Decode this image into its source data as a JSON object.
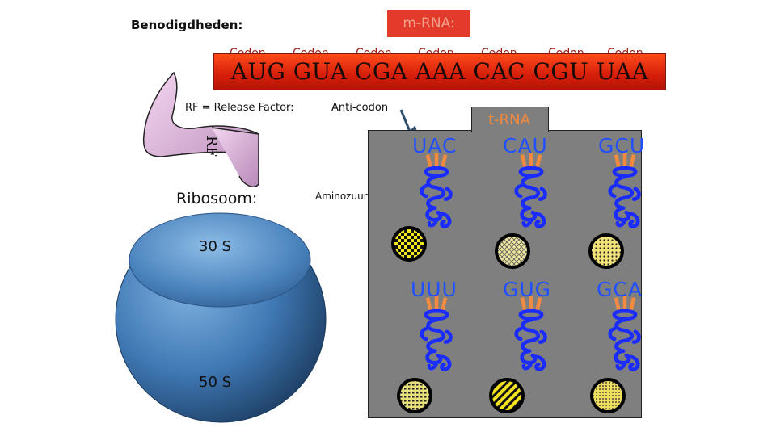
{
  "header": {
    "title": "Benodigdheden:",
    "mrna_label": "m-RNA:"
  },
  "mrna": {
    "codon_labels": [
      "Codon",
      "Codon",
      "Codon",
      "Codon",
      "Codon",
      "Codon",
      "Codon"
    ],
    "sequence": "AUG GUA CGA AAA CAC CGU UAA",
    "color": "#e83418"
  },
  "release_factor": {
    "definition": "RF = Release Factor:",
    "label": "RF",
    "color": "#d9a8d6"
  },
  "labels": {
    "anticodon": "Anti-codon",
    "aminozuur": "Aminozuur",
    "ribosoom": "Ribosoom:"
  },
  "ribosome": {
    "small_subunit": "30 S",
    "large_subunit": "50 S",
    "color": "#3f78b4"
  },
  "trna": {
    "label": "t-RNA",
    "anticodons": [
      "UAC",
      "CAU",
      "GCU",
      "UUU",
      "GUG",
      "GCA"
    ],
    "anticodon_color": "#2050ff",
    "panel_color": "#7f7f7f"
  }
}
